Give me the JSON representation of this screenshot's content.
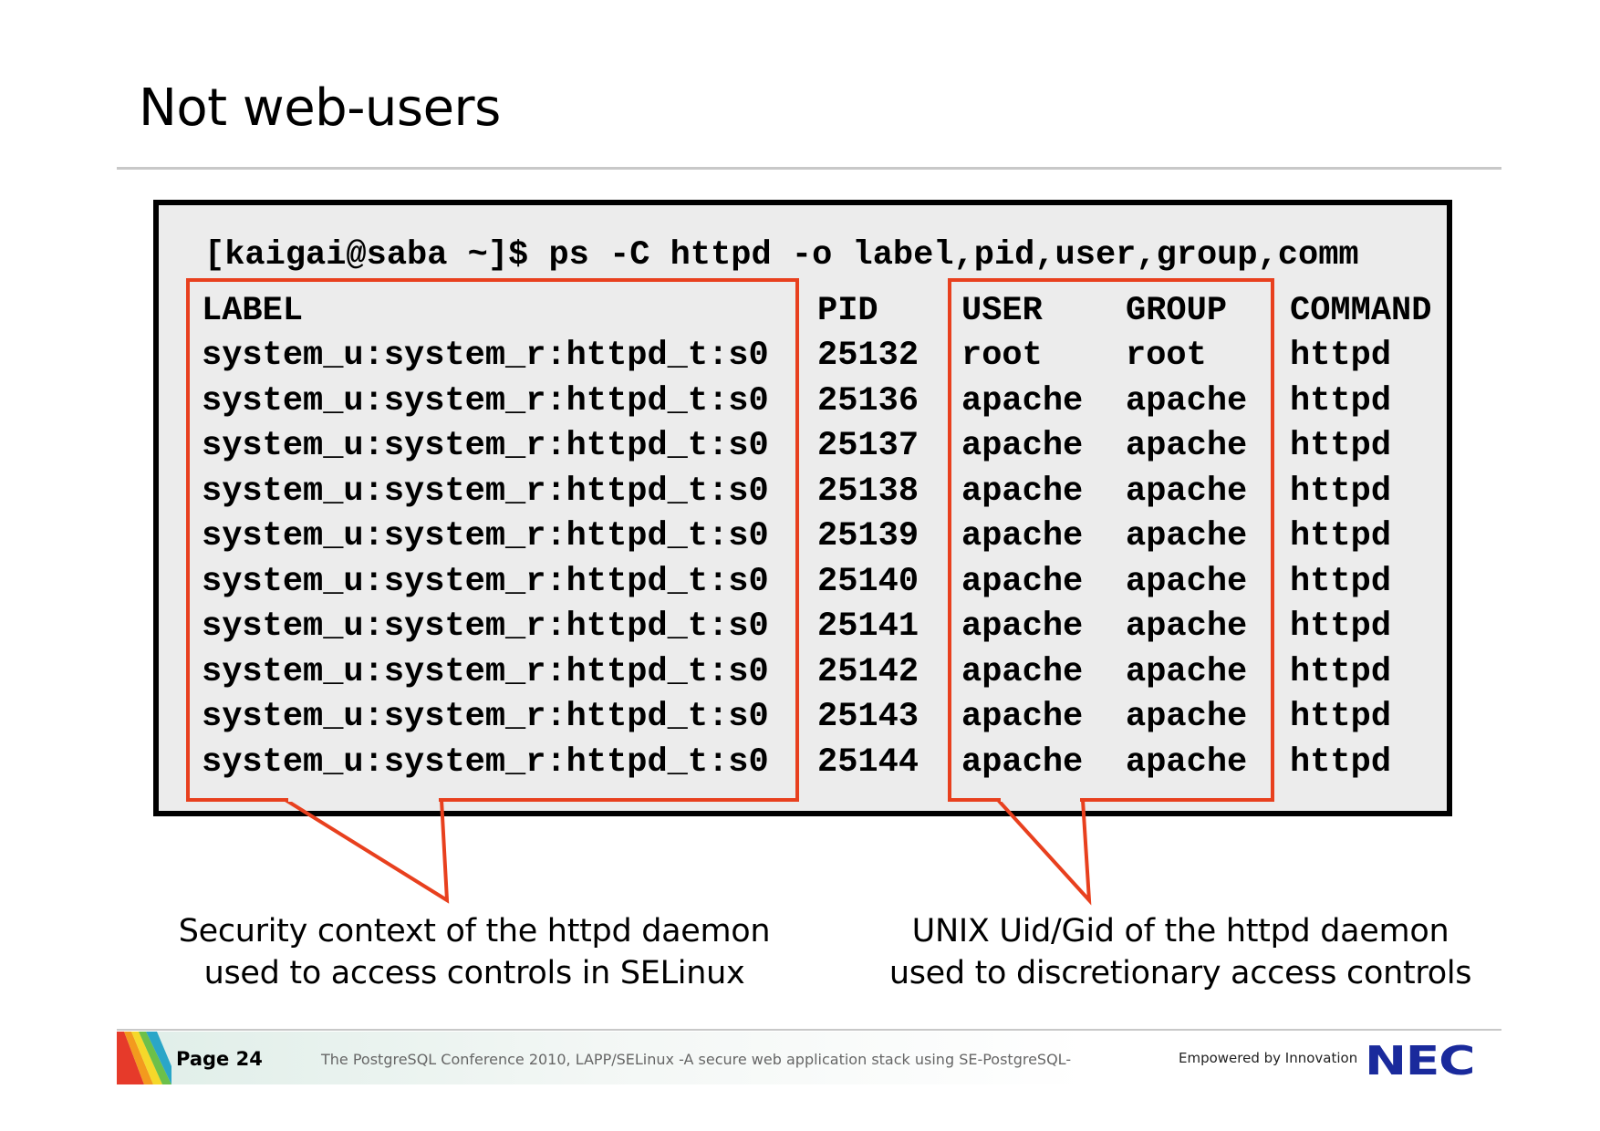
{
  "slide": {
    "title": "Not web-users"
  },
  "terminal": {
    "command": "[kaigai@saba ~]$ ps -C httpd -o label,pid,user,group,comm",
    "columns": [
      "LABEL",
      "PID",
      "USER",
      "GROUP",
      "COMMAND"
    ],
    "rows": [
      [
        "system_u:system_r:httpd_t:s0",
        "25132",
        "root",
        "root",
        "httpd"
      ],
      [
        "system_u:system_r:httpd_t:s0",
        "25136",
        "apache",
        "apache",
        "httpd"
      ],
      [
        "system_u:system_r:httpd_t:s0",
        "25137",
        "apache",
        "apache",
        "httpd"
      ],
      [
        "system_u:system_r:httpd_t:s0",
        "25138",
        "apache",
        "apache",
        "httpd"
      ],
      [
        "system_u:system_r:httpd_t:s0",
        "25139",
        "apache",
        "apache",
        "httpd"
      ],
      [
        "system_u:system_r:httpd_t:s0",
        "25140",
        "apache",
        "apache",
        "httpd"
      ],
      [
        "system_u:system_r:httpd_t:s0",
        "25141",
        "apache",
        "apache",
        "httpd"
      ],
      [
        "system_u:system_r:httpd_t:s0",
        "25142",
        "apache",
        "apache",
        "httpd"
      ],
      [
        "system_u:system_r:httpd_t:s0",
        "25143",
        "apache",
        "apache",
        "httpd"
      ],
      [
        "system_u:system_r:httpd_t:s0",
        "25144",
        "apache",
        "apache",
        "httpd"
      ]
    ]
  },
  "callouts": {
    "left": {
      "line1": "Security context of the httpd daemon",
      "line2": "used to access controls in SELinux"
    },
    "right": {
      "line1": "UNIX Uid/Gid of the httpd daemon",
      "line2": "used to discretionary access controls"
    }
  },
  "footer": {
    "page": "Page 24",
    "conference": "The PostgreSQL Conference 2010, LAPP/SELinux -A secure web application stack using SE-PostgreSQL-",
    "tagline": "Empowered by Innovation",
    "brand": "NEC"
  },
  "colors": {
    "highlight": "#e8401e",
    "terminal_bg": "#ececec",
    "brand": "#1a2a9c"
  }
}
